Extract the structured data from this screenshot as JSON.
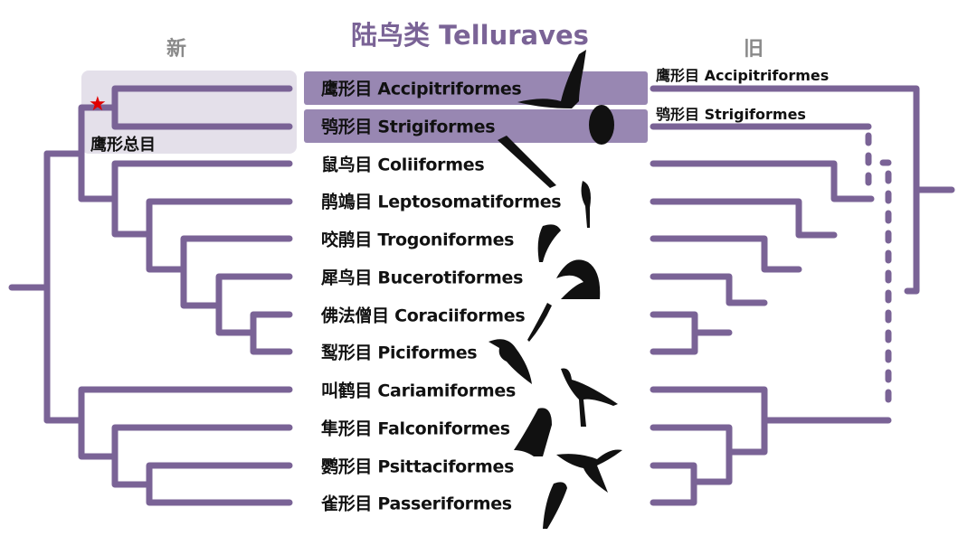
{
  "title": "陆鸟类 Telluraves",
  "headers": {
    "new": "新",
    "old": "旧"
  },
  "clade_label": "鹰形总目",
  "star_icon": "star",
  "colors": {
    "branch": "#7a6396",
    "highlight": "#8672a4",
    "star": "#e00000",
    "clade_box": "#e4e0ea"
  },
  "orders": [
    {
      "label": "鹰形目 Accipitriformes"
    },
    {
      "label": "鸮形目 Strigiformes"
    },
    {
      "label": "鼠鸟目 Coliiformes"
    },
    {
      "label": "鹃鴗目 Leptosomatiformes"
    },
    {
      "label": "咬鹃目 Trogoniformes"
    },
    {
      "label": "犀鸟目 Bucerotiformes"
    },
    {
      "label": "佛法僧目 Coraciiformes"
    },
    {
      "label": "䴕形目 Piciformes"
    },
    {
      "label": "叫鹤目 Cariamiformes"
    },
    {
      "label": "隼形目 Falconiformes"
    },
    {
      "label": "鹦形目 Psittaciformes"
    },
    {
      "label": "雀形目 Passeriformes"
    }
  ],
  "old_tree_labels": [
    "鹰形目 Accipitriformes",
    "鸮形目 Strigiformes"
  ]
}
